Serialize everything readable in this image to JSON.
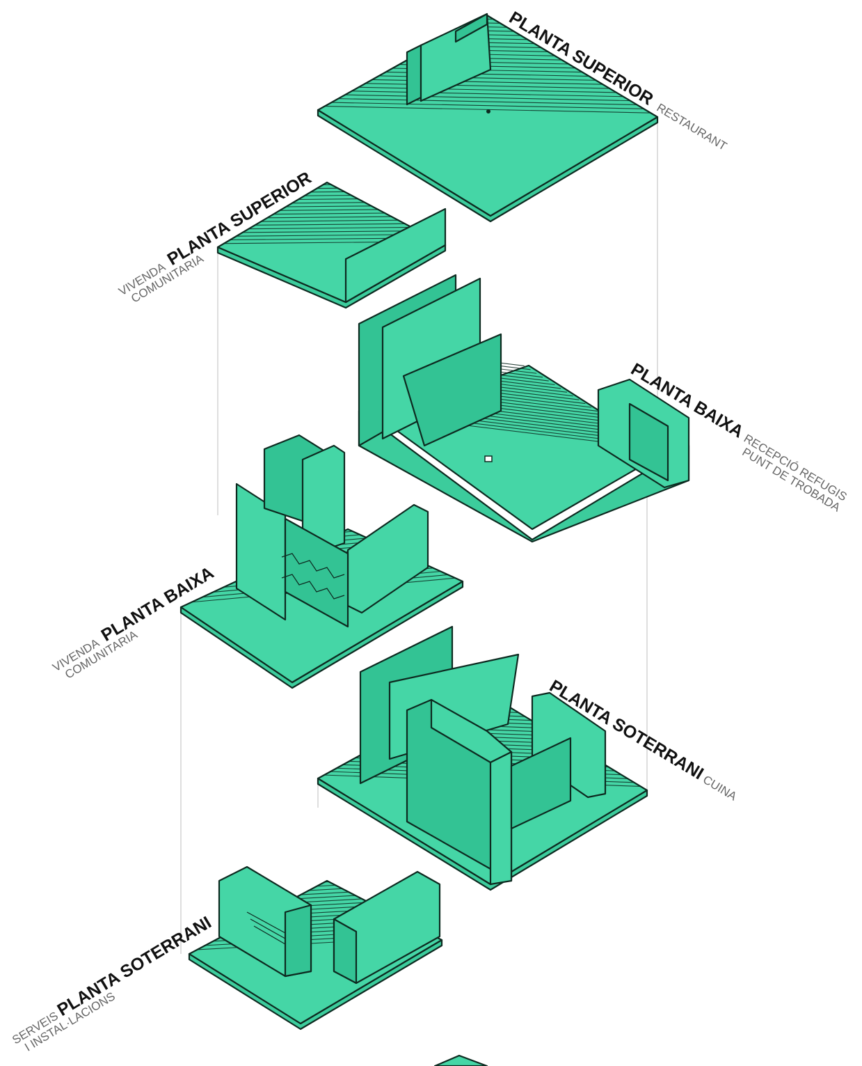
{
  "colors": {
    "accent": "#45d6a6",
    "accent_dark": "#33c394",
    "accent_side": "#3ccc9c",
    "outline": "#0d2a20"
  },
  "labels": {
    "top_right": {
      "bold": "PLANTA SUPERIOR",
      "thin": "RESTAURANT"
    },
    "upper_left": {
      "thin": "VIVENDA",
      "bold": "PLANTA SUPERIOR",
      "thin2": "COMUNITARIA"
    },
    "ground_right": {
      "bold": "PLANTA BAIXA",
      "thin": "RECEPCIÓ REFUGIS",
      "thin2": "PUNT DE TROBADA"
    },
    "ground_left": {
      "thin": "VIVENDA",
      "bold": "PLANTA BAIXA",
      "thin2": "COMUNITARIA"
    },
    "basement_right": {
      "bold": "PLANTA SOTERRANI",
      "thin": "CUINA"
    },
    "basement_left": {
      "thin": "SERVEIS",
      "bold": "PLANTA SOTERRANI",
      "thin2": "I INSTAL·LACIONS"
    }
  }
}
